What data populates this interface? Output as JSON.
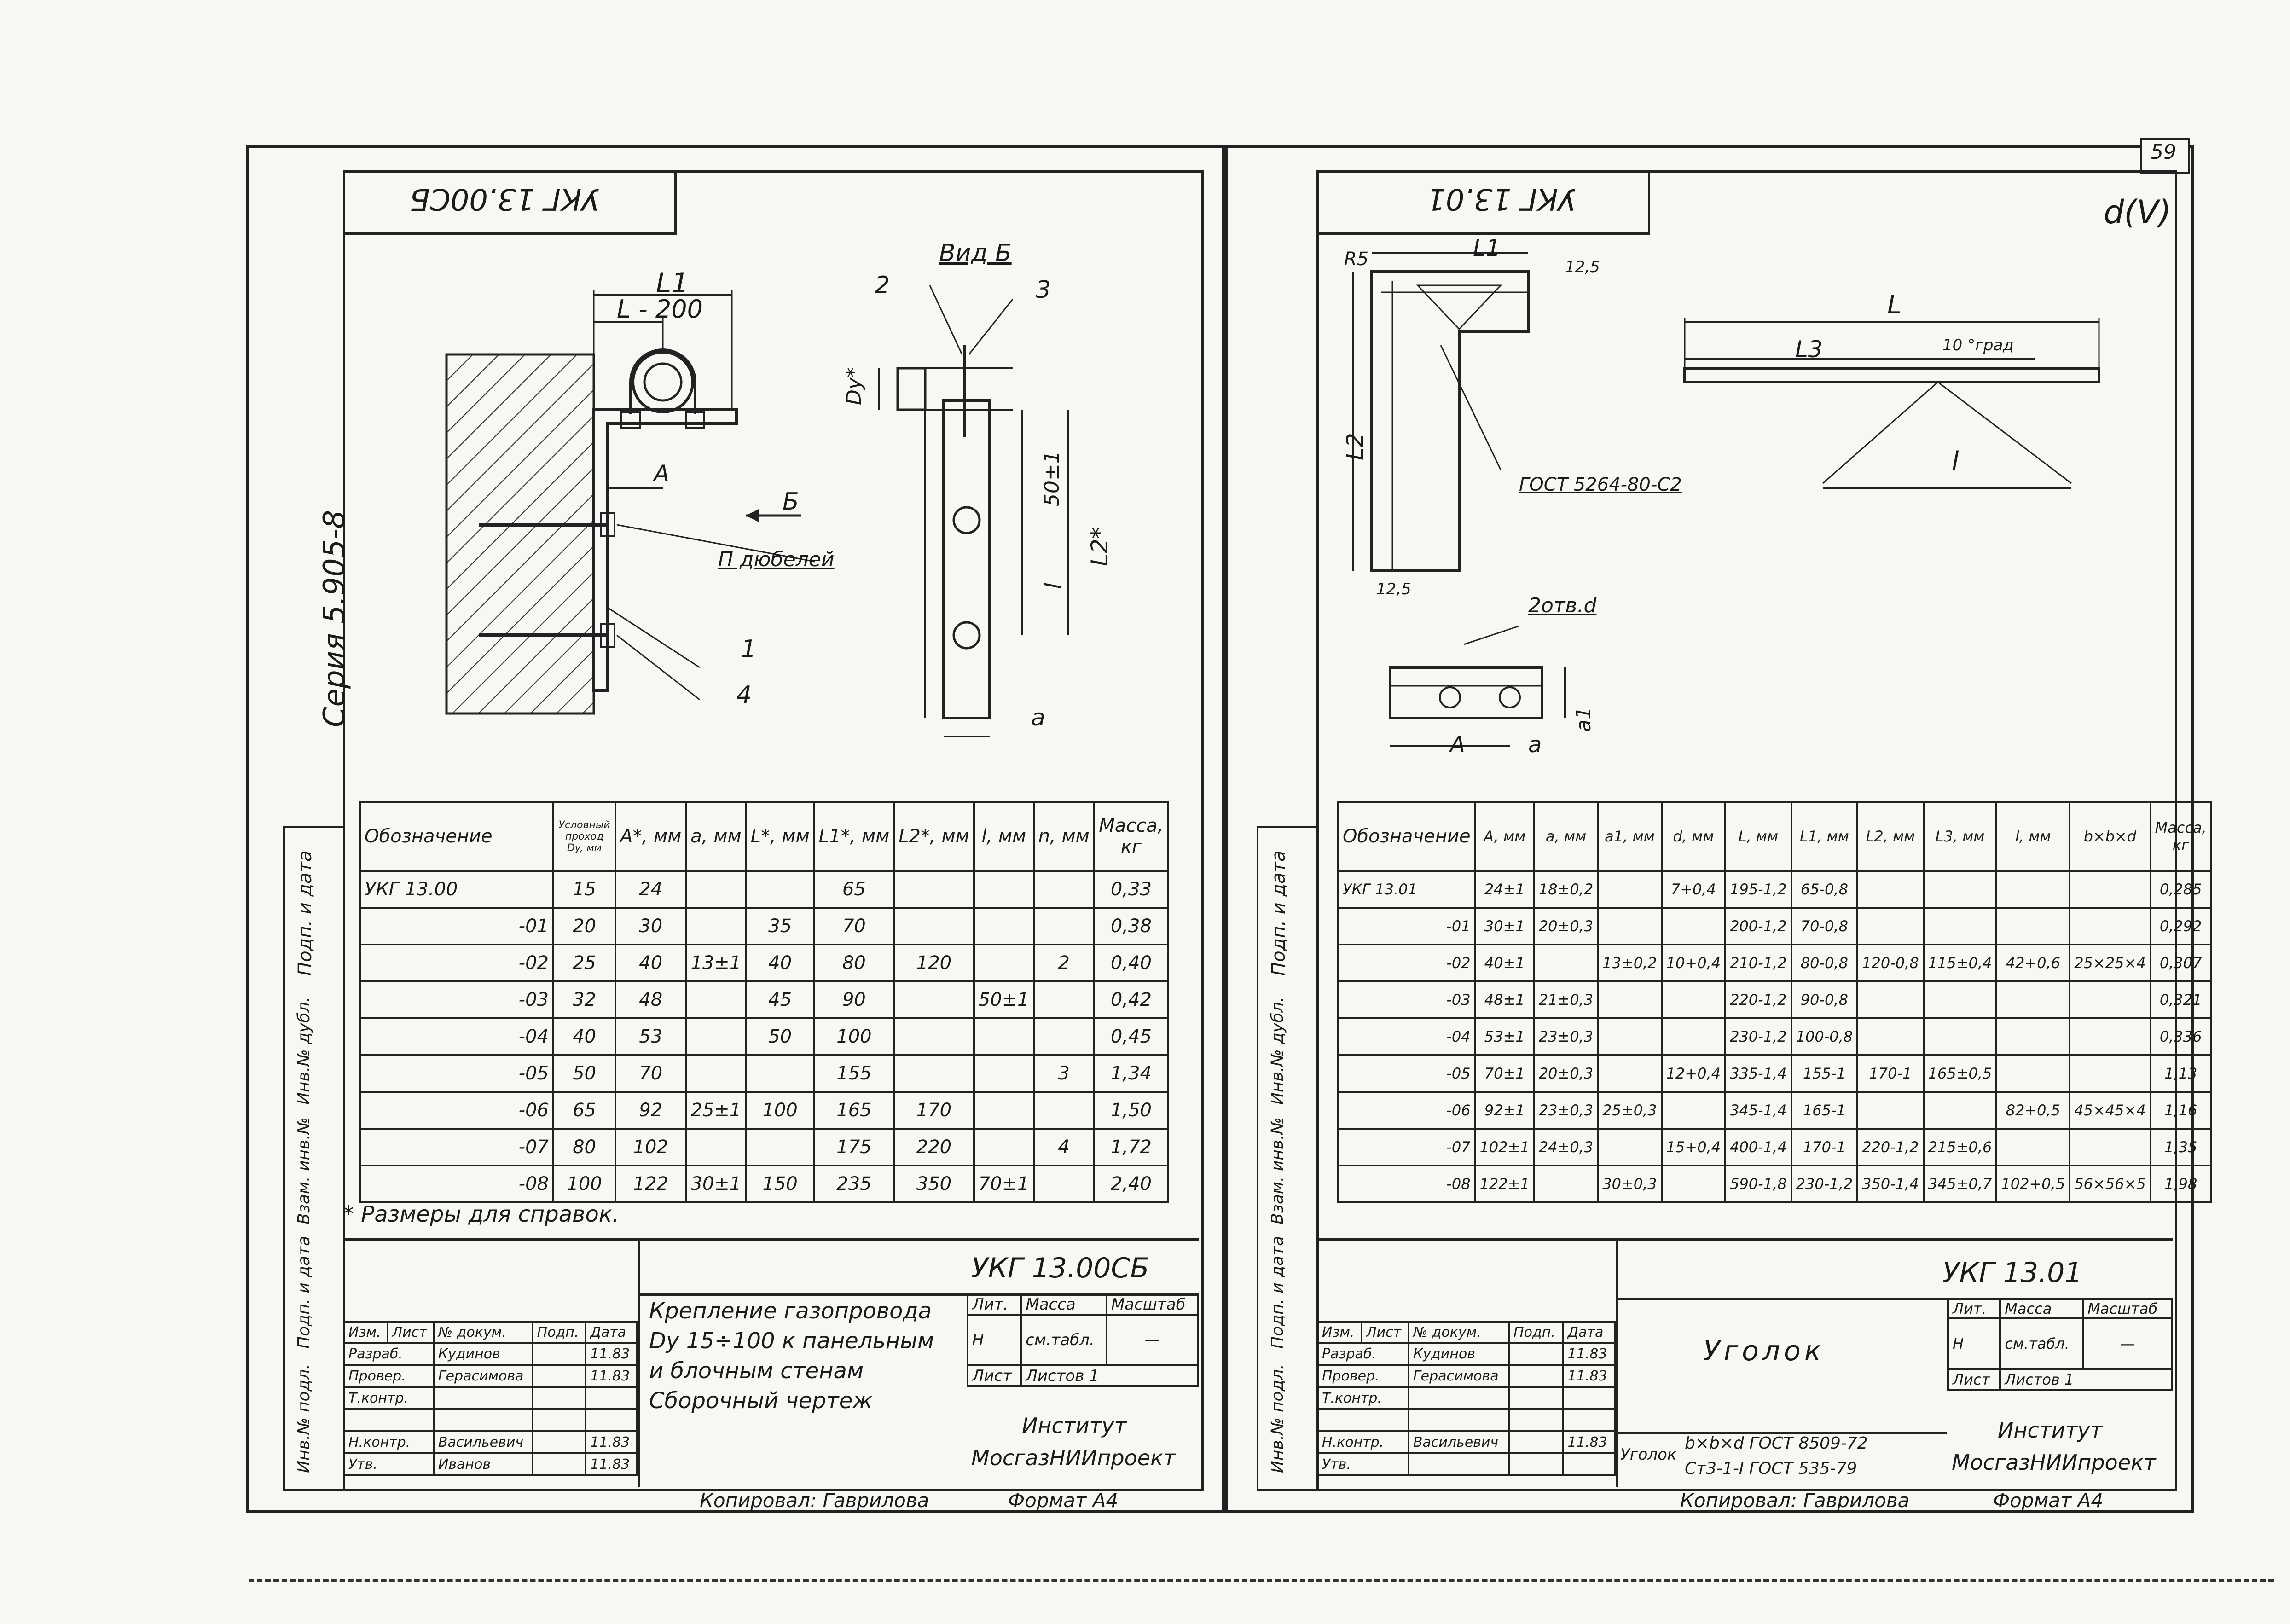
{
  "page_number": "59",
  "series_label": "Серия 5.905-8",
  "corner_mark": "d(V)",
  "left": {
    "stamp": "УКГ 13.00СБ",
    "view_label": "Вид Б",
    "arrow_label": "Б",
    "dim_L1": "L1",
    "dim_L_200": "L - 200",
    "dim_A": "A",
    "dim_Dy": "Dy*",
    "dim_50": "50±1",
    "dim_l": "l",
    "dim_L2": "L2*",
    "dim_a": "a",
    "dowel_label": "П дюбелей",
    "callouts": [
      "2",
      "3",
      "1",
      "4"
    ],
    "headers": [
      "Обозначение",
      "Условный проход Dy, мм",
      "A*, мм",
      "a, мм",
      "L*, мм",
      "L1*, мм",
      "L2*, мм",
      "l, мм",
      "n, мм",
      "Масса, кг"
    ],
    "rows": [
      [
        "УКГ 13.00",
        "15",
        "24",
        "",
        "",
        "65",
        "",
        "",
        "",
        "0,33"
      ],
      [
        "-01",
        "20",
        "30",
        "",
        "35",
        "70",
        "",
        "",
        "",
        "0,38"
      ],
      [
        "-02",
        "25",
        "40",
        "13±1",
        "40",
        "80",
        "120",
        "",
        "2",
        "0,40"
      ],
      [
        "-03",
        "32",
        "48",
        "",
        "45",
        "90",
        "",
        "50±1",
        "",
        "0,42"
      ],
      [
        "-04",
        "40",
        "53",
        "",
        "50",
        "100",
        "",
        "",
        "",
        "0,45"
      ],
      [
        "-05",
        "50",
        "70",
        "",
        "",
        "155",
        "",
        "",
        "3",
        "1,34"
      ],
      [
        "-06",
        "65",
        "92",
        "25±1",
        "100",
        "165",
        "170",
        "",
        "",
        "1,50"
      ],
      [
        "-07",
        "80",
        "102",
        "",
        "",
        "175",
        "220",
        "",
        "4",
        "1,72"
      ],
      [
        "-08",
        "100",
        "122",
        "30±1",
        "150",
        "235",
        "350",
        "70±1",
        "",
        "2,40"
      ]
    ],
    "footnote": "* Размеры для справок.",
    "tb_code": "УКГ 13.00СБ",
    "tb_title": [
      "Крепление газопровода",
      "Dy 15÷100 к панельным",
      "и блочным стенам",
      "Сборочный чертеж"
    ],
    "tb_lit": "Лит.",
    "tb_mass": "Масса",
    "tb_scale": "Масштаб",
    "tb_lit_val": "Н",
    "tb_mass_val": "см.табл.",
    "tb_scale_val": "—",
    "tb_sheet": "Лист",
    "tb_sheets": "Листов 1",
    "tb_org": [
      "Институт",
      "МосгазНИИпроект"
    ],
    "tb_hdr": [
      "Изм.",
      "Лист",
      "№ докум.",
      "Подп.",
      "Дата"
    ],
    "tb_people": [
      [
        "Разраб.",
        "Кудинов",
        "",
        "11.83"
      ],
      [
        "Провер.",
        "Герасимова",
        "",
        "11.83"
      ],
      [
        "Т.контр.",
        "",
        "",
        ""
      ],
      [
        "",
        "",
        "",
        ""
      ],
      [
        "Н.контр.",
        "Васильевич",
        "",
        "11.83"
      ],
      [
        "Утв.",
        "Иванов",
        "",
        "11.83"
      ]
    ],
    "copied": "Копировал: Гаврилова",
    "format": "Формат А4",
    "side_labels": [
      "Инв.№ подл.",
      "Подп. и дата",
      "Взам. инв.№",
      "Инв.№ дубл.",
      "Подп. и дата"
    ]
  },
  "right": {
    "stamp": "УКГ 13.01",
    "dim_R5": "R5",
    "dim_L1": "L1",
    "dim_L2": "L2",
    "dim_125a": "12,5",
    "dim_125b": "12,5",
    "gost_weld": "ГОСТ 5264-80-С2",
    "dim_L": "L",
    "dim_L3": "L3",
    "dim_10": "10 °град",
    "dim_l": "l",
    "holes": "2отв.d",
    "dim_A": "A",
    "dim_a": "a",
    "dim_a1": "a1",
    "headers": [
      "Обозначение",
      "A, мм",
      "a, мм",
      "a1, мм",
      "d, мм",
      "L, мм",
      "L1, мм",
      "L2, мм",
      "L3, мм",
      "l, мм",
      "b×b×d",
      "Масса, кг"
    ],
    "rows": [
      [
        "УКГ 13.01",
        "24±1",
        "18±0,2",
        "",
        "7+0,4",
        "195-1,2",
        "65-0,8",
        "",
        "",
        "",
        "",
        "0,285"
      ],
      [
        "-01",
        "30±1",
        "20±0,3",
        "",
        "",
        "200-1,2",
        "70-0,8",
        "",
        "",
        "",
        "",
        "0,292"
      ],
      [
        "-02",
        "40±1",
        "",
        "13±0,2",
        "10+0,4",
        "210-1,2",
        "80-0,8",
        "120-0,8",
        "115±0,4",
        "42+0,6",
        "25×25×4",
        "0,307"
      ],
      [
        "-03",
        "48±1",
        "21±0,3",
        "",
        "",
        "220-1,2",
        "90-0,8",
        "",
        "",
        "",
        "",
        "0,321"
      ],
      [
        "-04",
        "53±1",
        "23±0,3",
        "",
        "",
        "230-1,2",
        "100-0,8",
        "",
        "",
        "",
        "",
        "0,336"
      ],
      [
        "-05",
        "70±1",
        "20±0,3",
        "",
        "12+0,4",
        "335-1,4",
        "155-1",
        "170-1",
        "165±0,5",
        "",
        "",
        "1,13"
      ],
      [
        "-06",
        "92±1",
        "23±0,3",
        "25±0,3",
        "",
        "345-1,4",
        "165-1",
        "",
        "",
        "82+0,5",
        "45×45×4",
        "1,16"
      ],
      [
        "-07",
        "102±1",
        "24±0,3",
        "",
        "15+0,4",
        "400-1,4",
        "170-1",
        "220-1,2",
        "215±0,6",
        "",
        "",
        "1,35"
      ],
      [
        "-08",
        "122±1",
        "",
        "30±0,3",
        "",
        "590-1,8",
        "230-1,2",
        "350-1,4",
        "345±0,7",
        "102+0,5",
        "56×56×5",
        "1,98"
      ]
    ],
    "tb_code": "УКГ 13.01",
    "tb_title": "Уголок",
    "tb_lit": "Лит.",
    "tb_mass": "Масса",
    "tb_scale": "Масштаб",
    "tb_lit_val": "Н",
    "tb_mass_val": "см.табл.",
    "tb_scale_val": "—",
    "tb_sheet": "Лист",
    "tb_sheets": "Листов 1",
    "tb_org": [
      "Институт",
      "МосгазНИИпроект"
    ],
    "tb_material": [
      "Уголок",
      "b×b×d ГОСТ 8509-72",
      "Ст3-1-I ГОСТ 535-79"
    ],
    "tb_hdr": [
      "Изм.",
      "Лист",
      "№ докум.",
      "Подп.",
      "Дата"
    ],
    "tb_people": [
      [
        "Разраб.",
        "Кудинов",
        "",
        "11.83"
      ],
      [
        "Провер.",
        "Герасимова",
        "",
        "11.83"
      ],
      [
        "Т.контр.",
        "",
        "",
        ""
      ],
      [
        "",
        "",
        "",
        ""
      ],
      [
        "Н.контр.",
        "Васильевич",
        "",
        "11.83"
      ],
      [
        "Утв.",
        "",
        "",
        ""
      ]
    ],
    "copied": "Копировал: Гаврилова",
    "format": "Формат А4",
    "side_labels": [
      "Инв.№ подл.",
      "Подп. и дата",
      "Взам. инв.№",
      "Инв.№ дубл.",
      "Подп. и дата"
    ]
  }
}
